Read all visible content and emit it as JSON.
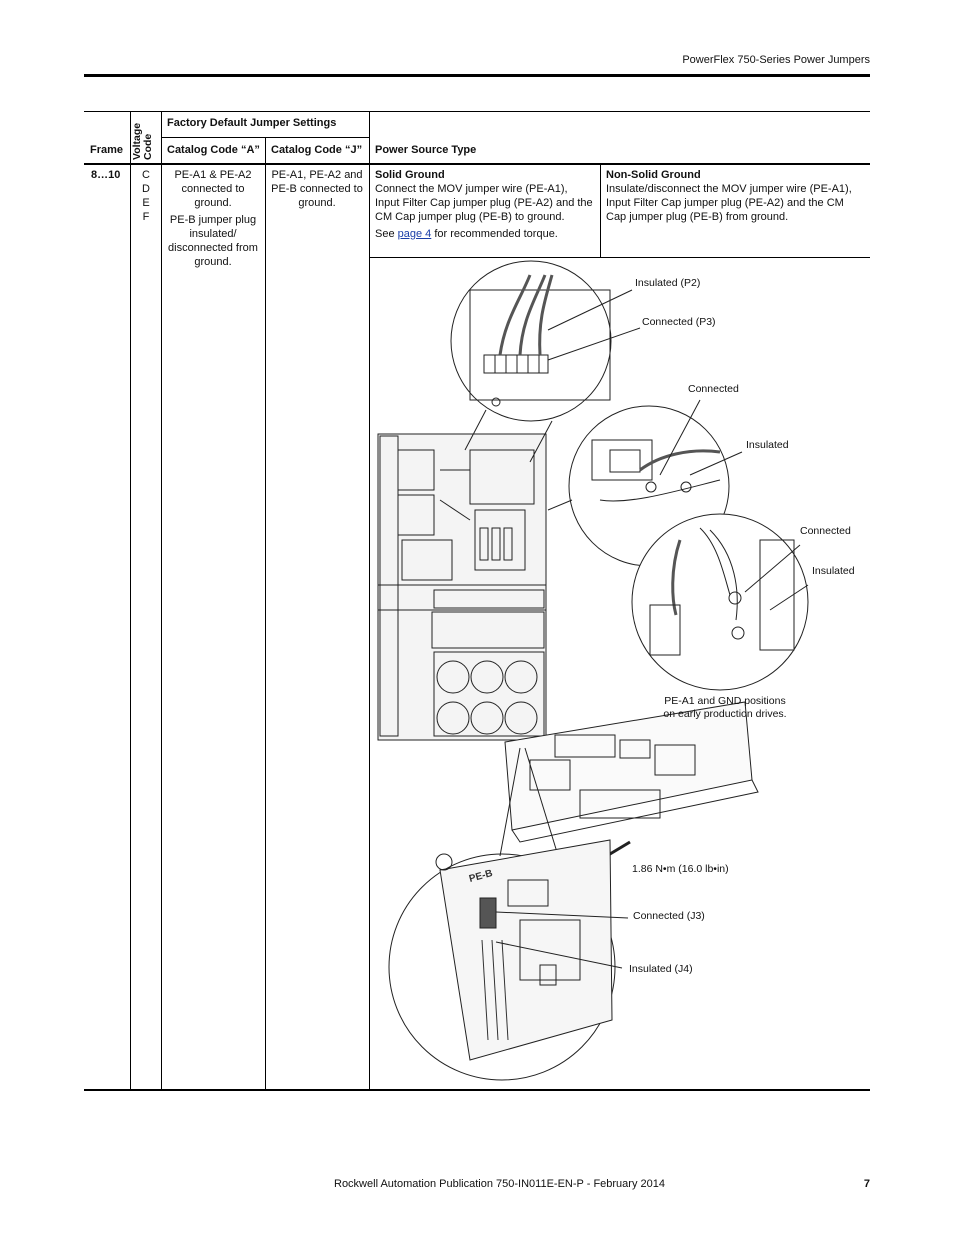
{
  "header": {
    "title": "PowerFlex 750-Series Power Jumpers"
  },
  "table": {
    "headers": {
      "frame": "Frame",
      "voltage_code": "Voltage Code",
      "factory_defaults": "Factory Default Jumper Settings",
      "catalog_a": "Catalog Code “A”",
      "catalog_j": "Catalog Code “J”",
      "power_source": "Power Source Type"
    },
    "row": {
      "frame": "8…10",
      "voltage_codes": [
        "C",
        "D",
        "E",
        "F"
      ],
      "catalog_a_line1": "PE-A1 & PE-A2 connected to ground.",
      "catalog_a_line2": "PE-B jumper plug insulated/ disconnected from ground.",
      "catalog_j": "PE-A1, PE-A2 and PE-B connected to ground.",
      "solid_title": "Solid Ground",
      "solid_body": "Connect the MOV jumper wire (PE-A1), Input Filter Cap jumper plug (PE-A2) and the CM Cap jumper plug (PE-B) to ground.",
      "solid_see_prefix": "See ",
      "solid_see_link": "page 4",
      "solid_see_suffix": " for recommended torque.",
      "nonsolid_title": "Non-Solid Ground",
      "nonsolid_body": "Insulate/disconnect the MOV jumper wire (PE-A1), Input Filter Cap jumper plug (PE-A2) and the CM Cap jumper plug (PE-B) from ground."
    }
  },
  "figure": {
    "callouts": {
      "insulated_p2": "Insulated (P2)",
      "connected_p3": "Connected (P3)",
      "connected_1": "Connected",
      "insulated_1": "Insulated",
      "connected_2": "Connected",
      "insulated_2": "Insulated",
      "early_note": "PE-A1 and GND positions on early production drives.",
      "torque": "1.86 N•m (16.0 lb•in)",
      "connected_j3": "Connected (J3)",
      "insulated_j4": "Insulated (J4)"
    },
    "board_label": "PE-B"
  },
  "footer": {
    "publication": "Rockwell Automation Publication 750-IN011E-EN-P - February 2014",
    "page_number": "7"
  }
}
